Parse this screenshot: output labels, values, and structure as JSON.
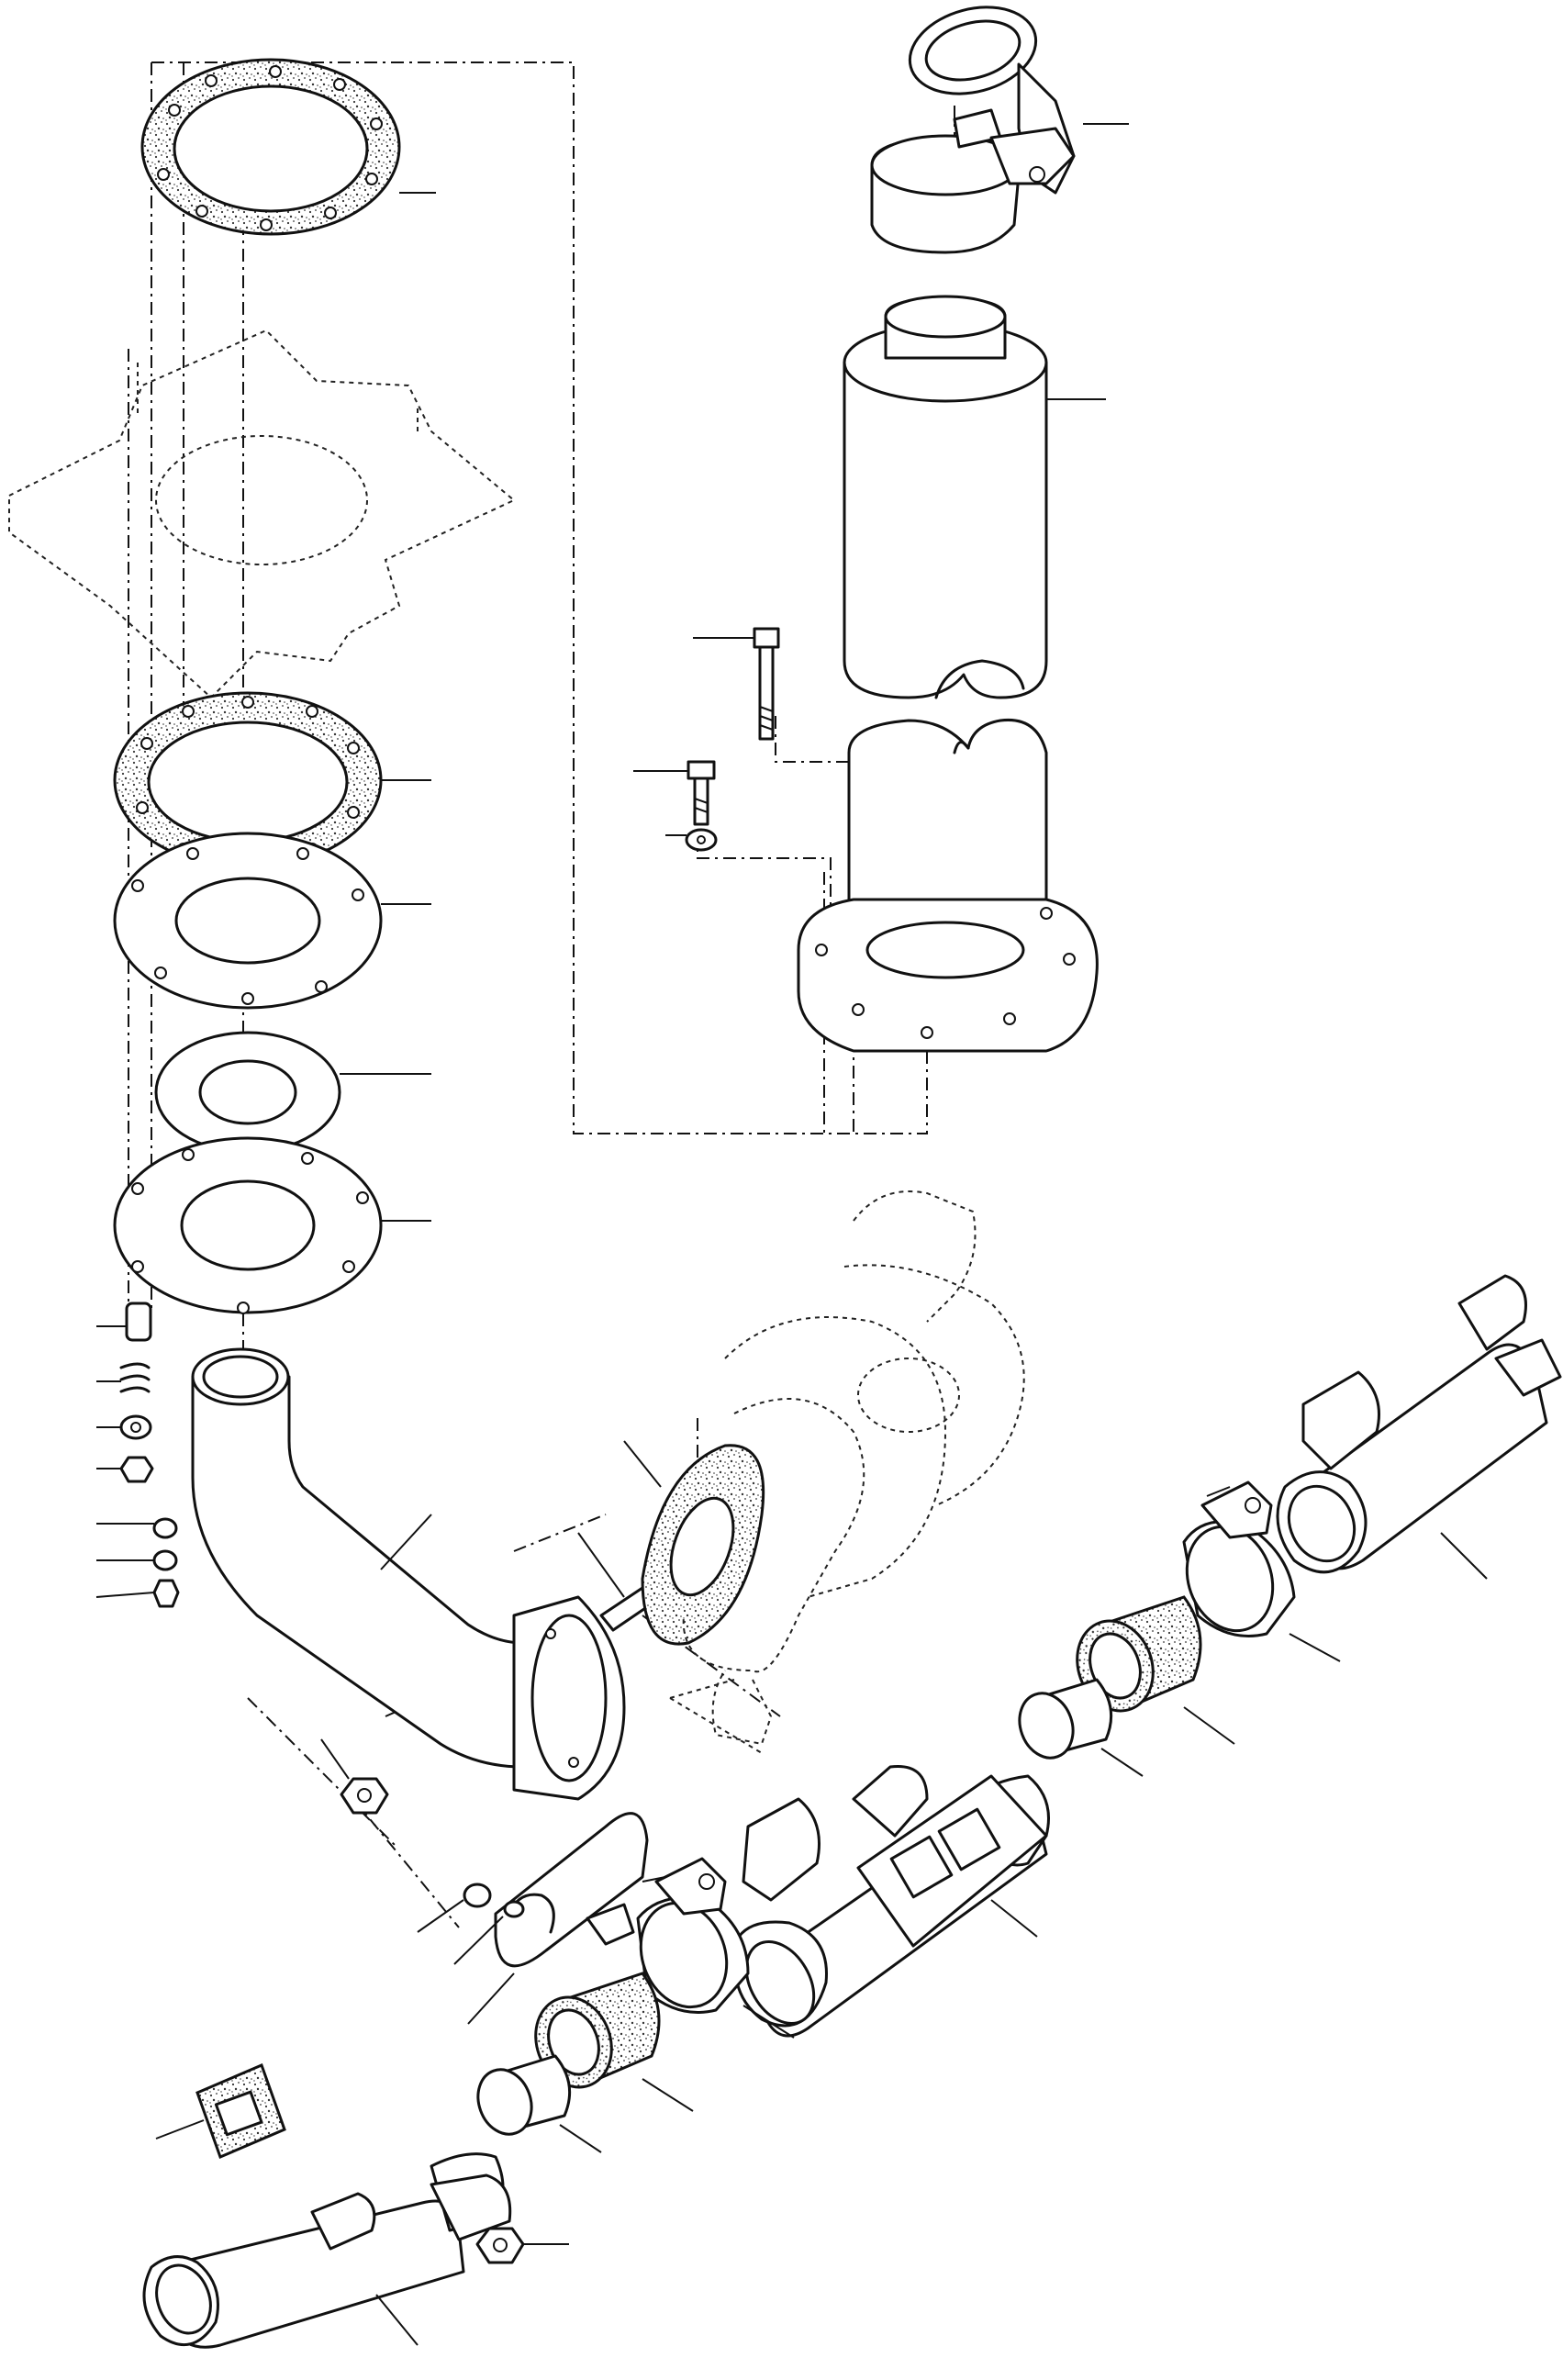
{
  "figure": {
    "description_id": "",
    "parts": [
      {
        "id": "top-gasket"
      },
      {
        "id": "mounting-plate"
      },
      {
        "id": "lower-gasket"
      },
      {
        "id": "adapter-plate"
      },
      {
        "id": "spacer-ring"
      },
      {
        "id": "flange-plate"
      },
      {
        "id": "exhaust-elbow-pipe"
      },
      {
        "id": "rain-cap"
      },
      {
        "id": "clamp-top"
      },
      {
        "id": "muffler"
      },
      {
        "id": "bolt-long"
      },
      {
        "id": "bolt-short"
      },
      {
        "id": "washer"
      },
      {
        "id": "turbocharger"
      },
      {
        "id": "turbo-gasket"
      },
      {
        "id": "stud"
      },
      {
        "id": "nut-elbow"
      },
      {
        "id": "spring-washer-stack"
      },
      {
        "id": "heat-shield"
      },
      {
        "id": "center-manifold"
      },
      {
        "id": "rear-manifold"
      },
      {
        "id": "front-manifold"
      },
      {
        "id": "clamp-front"
      },
      {
        "id": "clamp-rear"
      },
      {
        "id": "sleeve-front"
      },
      {
        "id": "sleeve-rear"
      },
      {
        "id": "ring-front"
      },
      {
        "id": "ring-rear"
      },
      {
        "id": "manifold-gasket"
      },
      {
        "id": "manifold-nut"
      }
    ]
  }
}
